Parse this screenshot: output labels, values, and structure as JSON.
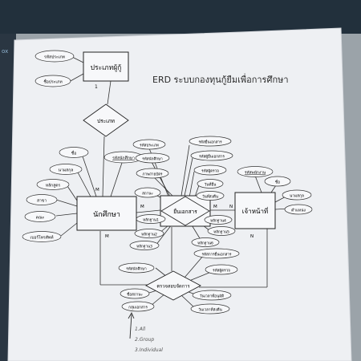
{
  "corner_label": "ox",
  "title": "ERD ระบบกองทุนกู้ยืมเพื่อการศึกษา",
  "entities": {
    "borrower_type": "ประเภทผู้กู้",
    "student": "นักศึกษา",
    "document": "ยื่นเอกสาร",
    "officer": "เจ้าหน้าที่"
  },
  "relationships": {
    "type_rel": "ประเภท",
    "approval_rel": "ตรวจสอบจัดการ"
  },
  "cardinalities": {
    "type_one": "1",
    "type_many": "M",
    "student_many": "M",
    "document_many": "M",
    "officer_n": "N",
    "approval_m": "M",
    "approval_n": "N"
  },
  "attributes": {
    "type": [
      "รหัสประเภท",
      "ชื่อประเภท"
    ],
    "student_left": [
      "ชื่อ",
      "นามสกุล",
      "หลักสูตร",
      "สาขา",
      "คณะ",
      "เบอร์โทรศัพท์"
    ],
    "student_top": "รหัสนักศึกษา",
    "document_top": [
      "รหัสประเภท",
      "รหัสนักศึกษา",
      "ภาพถ่ายบัตร",
      "สถานะ"
    ],
    "document_right": [
      "รหัสยื่นเอกสาร",
      "รหัสผู้ยื่นเอกสาร",
      "รหัสผู้ตรวจ",
      "วันที่ยื่น",
      "วันที่ส่งคืน"
    ],
    "document_bottom": [
      "หลักฐาน1",
      "หลักฐาน2",
      "หลักฐาน3",
      "หลักฐาน4",
      "หลักฐาน5",
      "หลักฐาน6"
    ],
    "officer": [
      "รหัสพนักงาน",
      "ชื่อ",
      "นามสกุล",
      "ตำแหน่ง"
    ],
    "approval": [
      "รหัสการยื่นเอกสาร",
      "รหัสผู้ตรวจ",
      "รหัสนักศึกษา",
      "ชื่อสถานะ",
      "กลุ่มเอกสาร",
      "วันเวลาที่อนุมัติ",
      "วันเวลาที่ส่งคืน"
    ]
  },
  "note": [
    "1.All",
    "2.Group",
    "3.Individual"
  ]
}
